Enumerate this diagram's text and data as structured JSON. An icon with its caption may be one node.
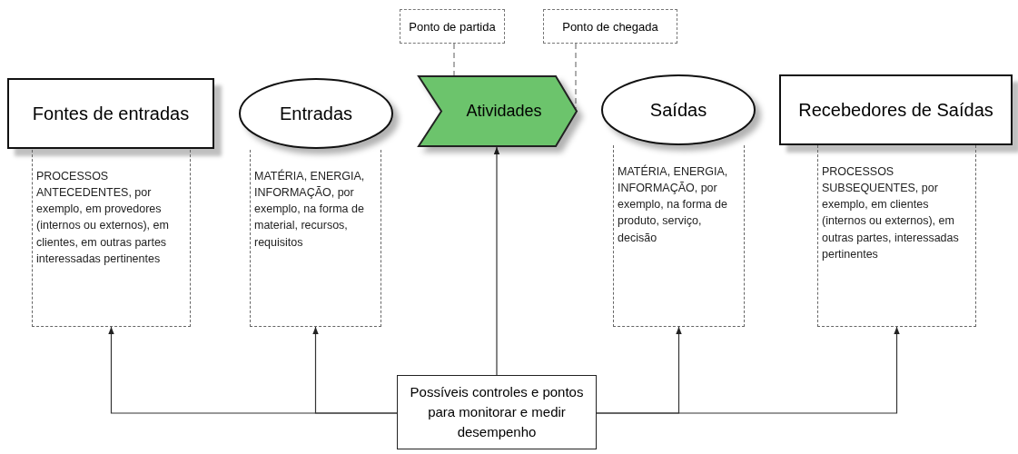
{
  "diagram": {
    "nodes": [
      {
        "text": [
          "Ponto de partida"
        ]
      },
      {
        "text": [
          "Ponto de chegada"
        ]
      },
      {
        "text": [
          "Fontes de entradas"
        ]
      },
      {
        "text": [
          "Entradas"
        ]
      },
      {
        "text": [
          "Atividades"
        ]
      },
      {
        "text": [
          "Saídas"
        ]
      },
      {
        "text": [
          "Recebedores de Saídas"
        ]
      },
      {
        "text": [
          "PROCESSOS ANTECEDENTES, por exemplo, em provedores (internos ou externos), em clientes, em outras partes interessadas pertinentes"
        ]
      },
      {
        "text": [
          "MATÉRIA, ENERGIA, INFORMAÇÃO, por exemplo, na forma de material, recursos, requisitos"
        ]
      },
      {
        "text": [
          "MATÉRIA, ENERGIA, INFORMAÇÃO, por exemplo, na forma de produto, serviço, decisão"
        ]
      },
      {
        "text": [
          "PROCESSOS SUBSEQUENTES, por exemplo, em clientes (internos ou externos), em outras partes, interessadas pertinentes"
        ]
      },
      {
        "text": [
          "Possíveis controles e pontos para monitorar e medir desempenho"
        ]
      }
    ],
    "edges": [
      {
        "from": 0,
        "to": 4,
        "arrow": "none",
        "style": "dashed"
      },
      {
        "from": 1,
        "to": 4,
        "arrow": "none",
        "style": "dashed"
      },
      {
        "from": 11,
        "to": 7,
        "arrow": "to"
      },
      {
        "from": 11,
        "to": 8,
        "arrow": "to"
      },
      {
        "from": 11,
        "to": 4,
        "arrow": "to"
      },
      {
        "from": 11,
        "to": 9,
        "arrow": "to"
      },
      {
        "from": 11,
        "to": 10,
        "arrow": "to"
      }
    ]
  }
}
